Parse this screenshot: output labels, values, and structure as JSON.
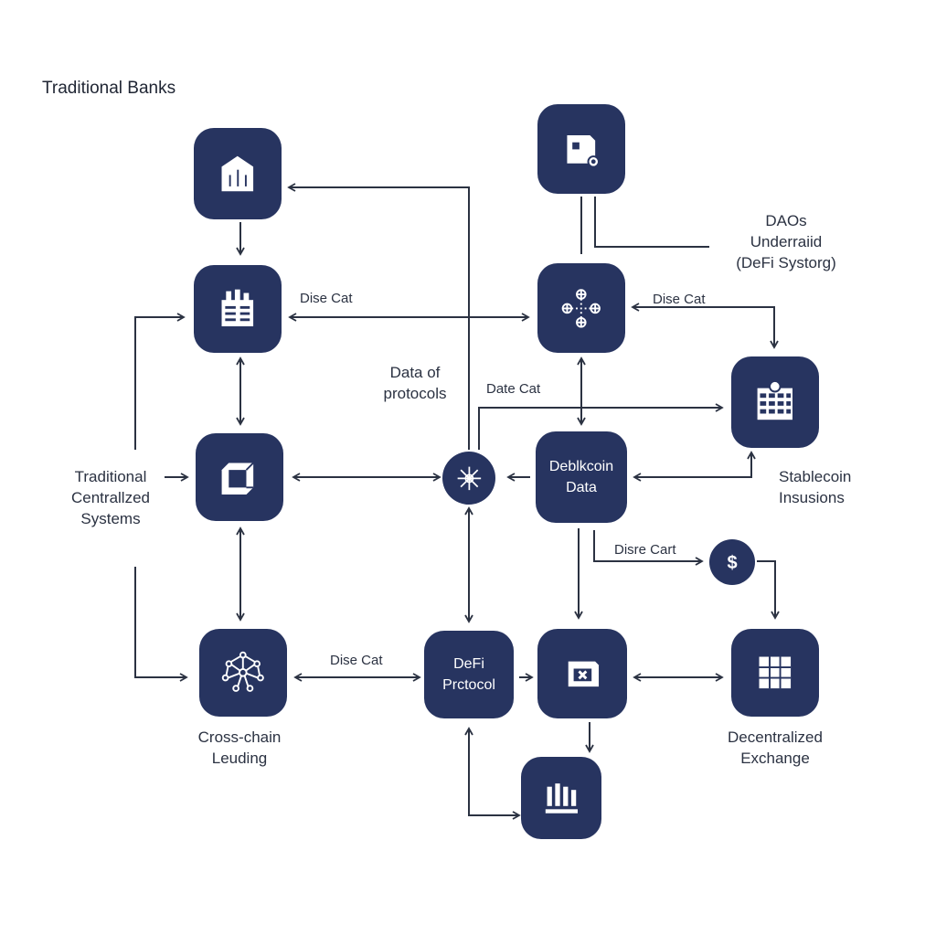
{
  "title": "Traditional Banks",
  "labels": {
    "daos": "DAOs\nUnderraiid\n(DeFi Systorg)",
    "data_of_protocols": "Data of\nprotocols",
    "traditional_centralized": "Traditional\nCentrallzed\nSystems",
    "stablecoin": "Stablecoin\nInsusions",
    "cross_chain": "Cross-chain\nLeuding",
    "decentralized_exchange": "Decentralized\nExchange"
  },
  "edge_labels": {
    "top_left": "Dise Cat",
    "top_right": "Dise Cat",
    "middle": "Date Cat",
    "lower_right": "Disre Cart",
    "bottom": "Dise Cat"
  },
  "node_text": {
    "blockchain_data": "Deblkcoin\nData",
    "defi_protocol": "DeFi\nPrctocol"
  },
  "node_icons": {
    "bank": "bank-building-icon",
    "document": "document-stack-icon",
    "cube": "cube-icon",
    "network": "network-nodes-icon",
    "wallet": "wallet-box-icon",
    "crosshair": "crosshair-nodes-icon",
    "stack": "stacked-blocks-icon",
    "hub": "hub-node-icon",
    "dollar": "dollar-icon",
    "exchange": "exchange-box-icon",
    "cubes": "cubes-grid-icon",
    "governance": "governance-icon"
  },
  "colors": {
    "node": "#273460",
    "line": "#2b3242",
    "text": "#1f2533",
    "background": "#ffffff"
  }
}
